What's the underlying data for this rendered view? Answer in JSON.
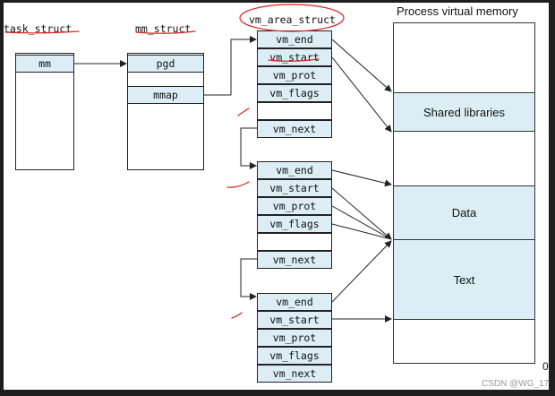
{
  "labels": {
    "task_struct": "task_struct",
    "mm_struct": "mm_struct",
    "vm_area_struct": "vm_area_struct"
  },
  "task_struct": {
    "fields": [
      "mm"
    ]
  },
  "mm_struct": {
    "fields": [
      "pgd",
      "mmap"
    ]
  },
  "vm_area_structs": [
    {
      "fields": [
        "vm_end",
        "vm_start",
        "vm_prot",
        "vm_flags",
        "vm_next"
      ]
    },
    {
      "fields": [
        "vm_end",
        "vm_start",
        "vm_prot",
        "vm_flags",
        "vm_next"
      ]
    },
    {
      "fields": [
        "vm_end",
        "vm_start",
        "vm_prot",
        "vm_flags",
        "vm_next"
      ]
    }
  ],
  "virtual_memory": {
    "title": "Process virtual memory",
    "regions": [
      "Shared libraries",
      "Data",
      "Text"
    ],
    "bottom_address": "0"
  },
  "watermark": "CSDN @WG_17",
  "colors": {
    "field_fill": "#dcedf6",
    "annotation_red": "#e02020"
  }
}
